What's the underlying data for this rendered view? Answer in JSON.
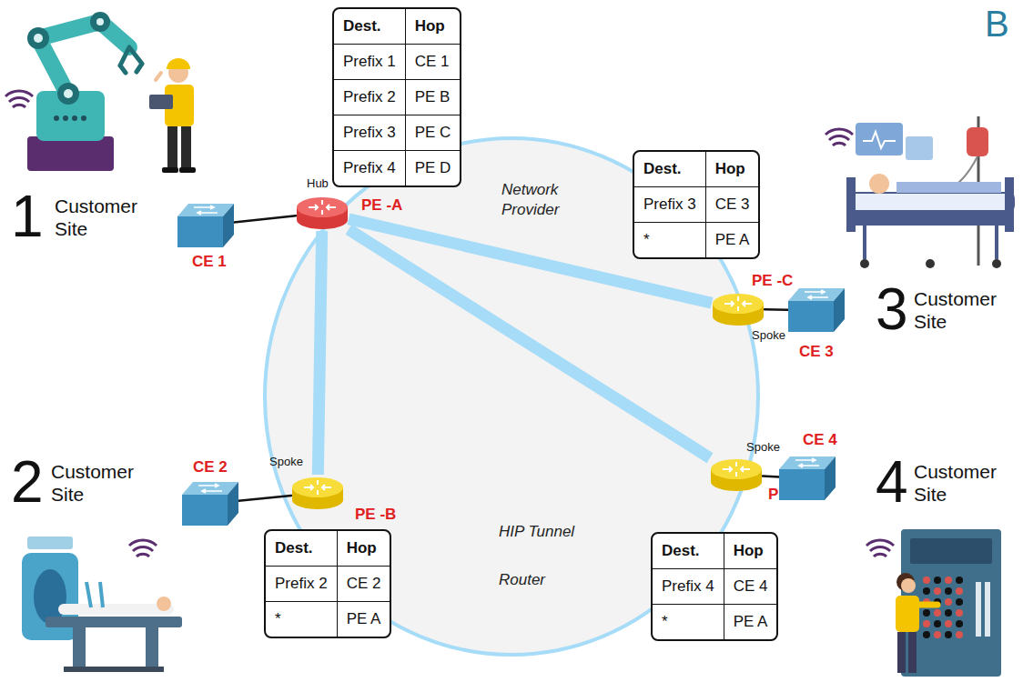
{
  "diagram": {
    "nodes": [
      {
        "text": [
          "Network Provider"
        ]
      },
      {
        "text": [
          "Hub",
          "PE -A"
        ]
      },
      {
        "text": [
          "CE 1"
        ]
      },
      {
        "text": [
          "Dest.",
          "Hop",
          "Prefix 1",
          "CE 1",
          "Prefix 2",
          "PE B",
          "Prefix 3",
          "PE C",
          "Prefix 4",
          "PE D"
        ]
      },
      {
        "text": [
          "PE -C",
          "Spoke"
        ]
      },
      {
        "text": [
          "CE 3"
        ]
      },
      {
        "text": [
          "Dest.",
          "Hop",
          "Prefix 3",
          "CE 3",
          "*",
          "PE A"
        ]
      },
      {
        "text": [
          "Spoke",
          "PE -B"
        ]
      },
      {
        "text": [
          "CE 2"
        ]
      },
      {
        "text": [
          "Dest.",
          "Hop",
          "Prefix 2",
          "CE 2",
          "*",
          "PE A"
        ]
      },
      {
        "text": [
          "Spoke",
          "PE -D"
        ]
      },
      {
        "text": [
          "CE 4"
        ]
      },
      {
        "text": [
          "Dest.",
          "Hop",
          "Prefix 4",
          "CE 4",
          "*",
          "PE A"
        ]
      }
    ],
    "edges": [
      {
        "from": 2,
        "to": 1,
        "arrow": "none"
      },
      {
        "from": 1,
        "to": 7,
        "arrow": "none"
      },
      {
        "from": 1,
        "to": 4,
        "arrow": "none"
      },
      {
        "from": 1,
        "to": 10,
        "arrow": "none"
      },
      {
        "from": 8,
        "to": 7,
        "arrow": "none"
      },
      {
        "from": 4,
        "to": 5,
        "arrow": "none"
      },
      {
        "from": 10,
        "to": 11,
        "arrow": "none"
      }
    ],
    "labels": [
      "B",
      "1",
      "Customer Site",
      "2",
      "Customer Site",
      "3",
      "Customer Site",
      "4",
      "Customer Site"
    ],
    "legend": [
      {
        "text": "HIP Tunnel"
      },
      {
        "text": "Router"
      }
    ]
  }
}
